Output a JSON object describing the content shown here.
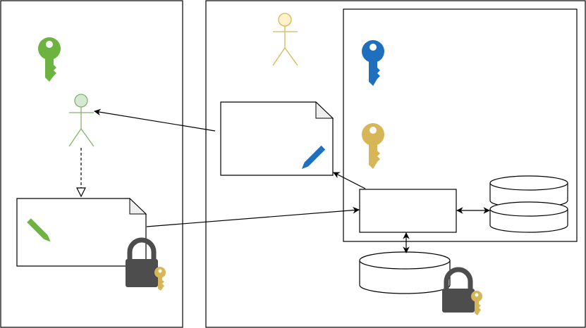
{
  "colors": {
    "green": "#6db33f",
    "green_actor_fill": "#d5e8d4",
    "green_actor_stroke": "#82b366",
    "blue": "#1f6fbf",
    "gold": "#d6b656",
    "gold_actor_fill": "#fff2cc",
    "dark_gray": "#4d4d4d",
    "black": "#000000"
  },
  "icons": {
    "left_key": "key-icon",
    "right_key_blue": "key-icon",
    "right_key_gold": "key-icon",
    "lock_left": "padlock-with-key-icon",
    "lock_right": "padlock-with-key-icon",
    "pencil_left": "pencil-icon",
    "pencil_right": "pencil-icon",
    "actor_left": "stick-figure-actor-icon",
    "actor_right": "stick-figure-actor-icon",
    "database": "database-cylinder-icon"
  },
  "connectors": [
    {
      "from": "actor-left",
      "to": "document-left",
      "style": "dashed-hollow-arrow"
    },
    {
      "from": "document-right",
      "to": "actor-left",
      "style": "solid-arrow"
    },
    {
      "from": "document-left",
      "to": "process-box",
      "style": "solid-arrow"
    },
    {
      "from": "process-box",
      "to": "document-right",
      "style": "solid-arrow"
    },
    {
      "from": "process-box",
      "to": "database-stack",
      "style": "bidirectional-arrow"
    },
    {
      "from": "process-box",
      "to": "database-bottom",
      "style": "bidirectional-arrow"
    }
  ]
}
